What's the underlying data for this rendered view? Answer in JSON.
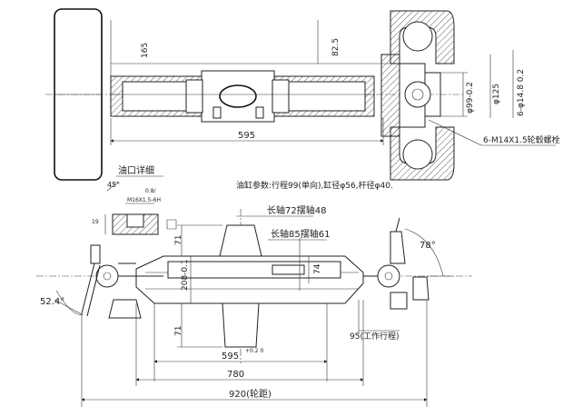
{
  "top_view": {
    "dim_165": "165",
    "dim_82_5": "82.5",
    "dim_595": "595",
    "dim_phi_99": "φ99-0.2",
    "dim_phi_125": "φ125",
    "dim_6_phi_14": "6-φ14.8 0.2",
    "bolt_label": "6-M14X1.5轮毂螺栓"
  },
  "detail": {
    "title": "油口详细",
    "angle_45": "45°",
    "thread": "M16X1.5-6H",
    "side_note": "0.8/"
  },
  "specs_line": "油缸参数:行程99(单向),缸径φ56,杆径φ40.",
  "front_view": {
    "rod_72_48": "长轴72摆轴48",
    "rod_85_61": "长轴85摆轴61",
    "dim_71_top": "71",
    "dim_208": "208-0.1",
    "dim_74": "74",
    "dim_71_bottom": "71",
    "angle_78": "78°",
    "angle_52_4": "52.4°",
    "dim_95": "95(工作行程)",
    "dim_595": "595",
    "dim_595_tol": "+0.2 0",
    "dim_780": "780",
    "dim_920": "920(轮距)"
  }
}
